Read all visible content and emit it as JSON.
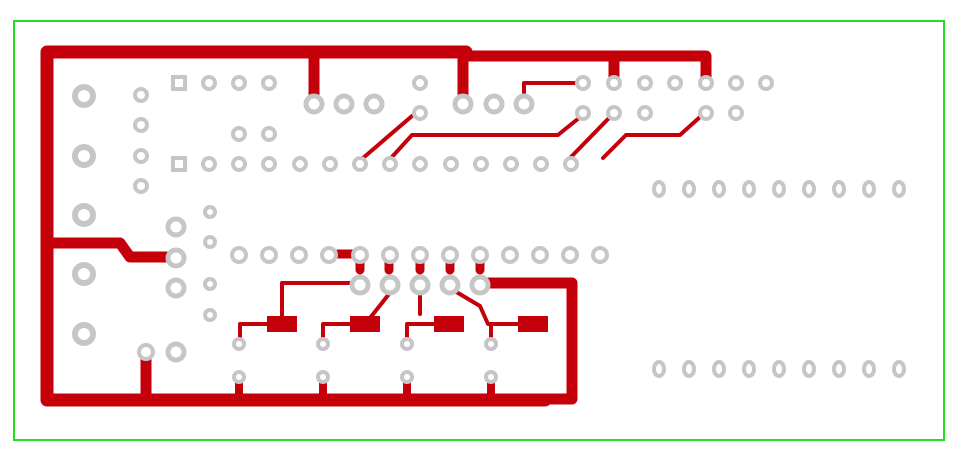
{
  "board": {
    "outline_color": "#22dd22",
    "copper_color": "#c4000a",
    "pad_color": "#c6c6c6",
    "background": "#ffffff"
  },
  "layers": {
    "outline": "board-outline",
    "copper": "bottom-copper",
    "pads": "through-hole-pads"
  }
}
